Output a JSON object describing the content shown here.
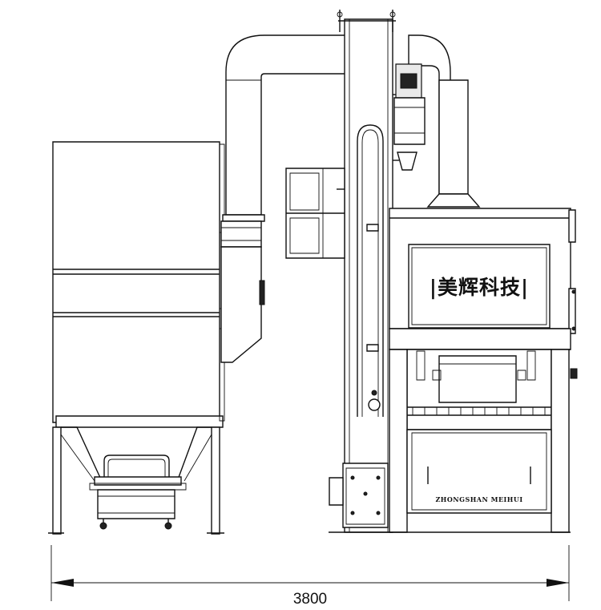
{
  "panel": {
    "brand_text": "|美辉科技|",
    "brand_sub_text": "ZHONGSHAN MEIHUI"
  },
  "dimension": {
    "width_label": "3800"
  }
}
